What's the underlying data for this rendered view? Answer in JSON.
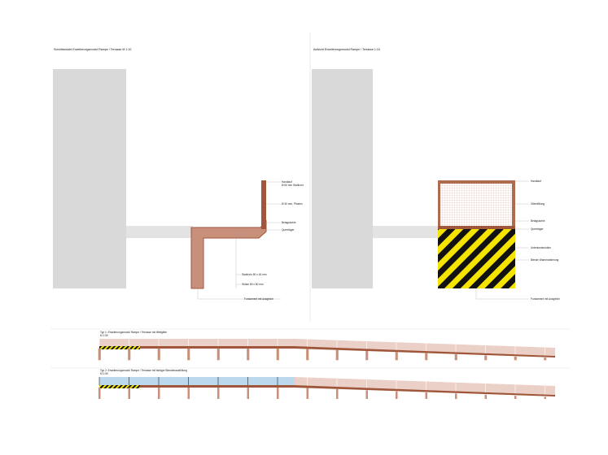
{
  "section_view": {
    "title": "Schnittansicht Erweiterungsmodul Rampe / Terrasse M 1:10",
    "labels": [
      "Handlauf",
      "Ø 60 mm Stahlrohr",
      "Ø 40 mm, Pfosten",
      "Belagsbohle",
      "Querträger",
      "Stahlrohr 80 x 40 mm",
      "Stütze 80 x 80 mm",
      "Fundament mit Ausgleich"
    ]
  },
  "top_view": {
    "title": "Aufsicht Erweiterungsmodul Rampe / Terrasse 1:10",
    "labels": [
      "Handlauf",
      "Gitterfüllung",
      "Belagsbohle",
      "Querträger",
      "Unterkonstruktion",
      "Blende Warnmarkierung",
      "Fundament mit Ausgleich"
    ]
  },
  "ramp_type_1": {
    "title": "Typ 1: Erweiterungsmodul Rampe / Terrasse mit Weitgitter",
    "scale": "M 1:50"
  },
  "ramp_type_2": {
    "title": "Typ 2: Erweiterungsmodul Rampe / Terrasse mit farbiger Blendenausfüllung",
    "scale": "M 1:50"
  },
  "colors": {
    "wall": "#d9d9d9",
    "timber": "#c8907a",
    "timber_dark": "#a0563a",
    "hazard_yellow": "#f5e400",
    "glass": "#bcd8ec"
  }
}
